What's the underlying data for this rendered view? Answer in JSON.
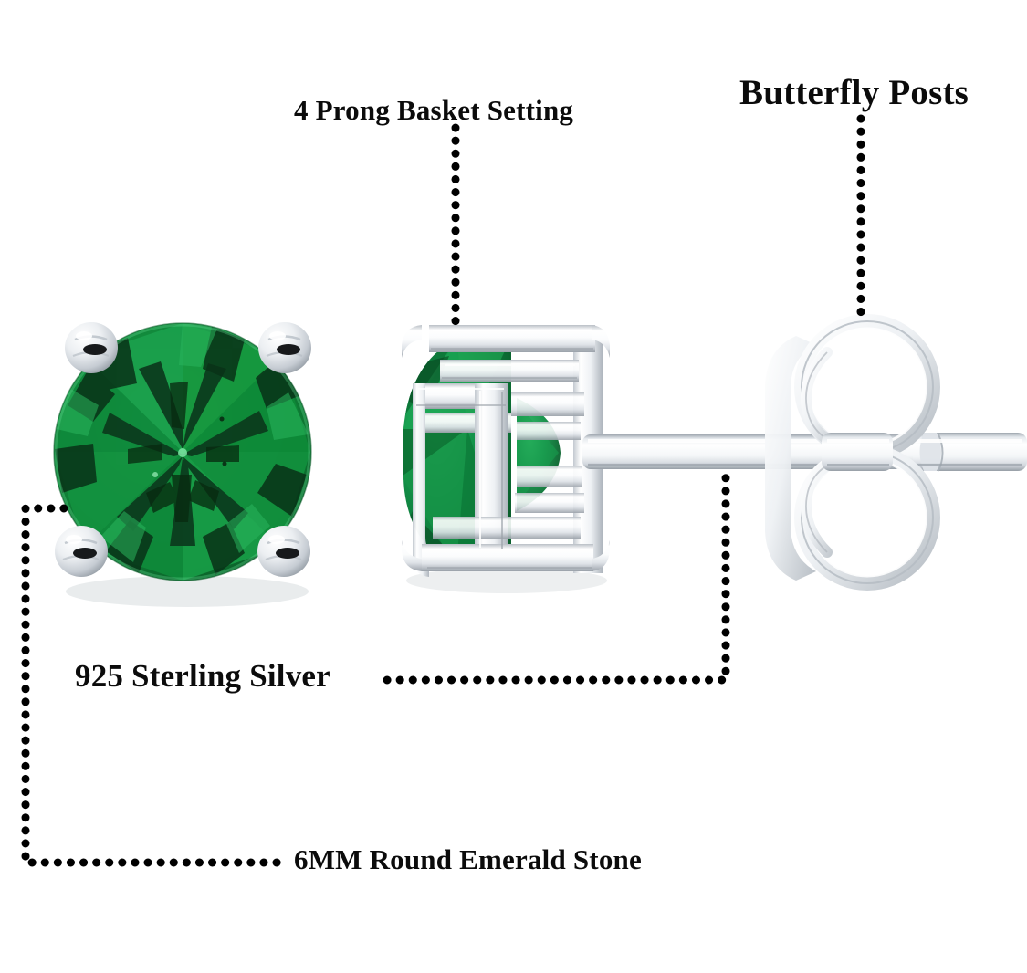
{
  "diagram": {
    "title": "Sterling silver round emerald stud earring feature callout diagram",
    "background_color": "#ffffff",
    "callouts": [
      {
        "id": "prong-setting",
        "label": "4 Prong Basket Setting",
        "leader": "vertical-dotted-down",
        "points_to": "basket-setting-side-view"
      },
      {
        "id": "butterfly-posts",
        "label": "Butterfly Posts",
        "leader": "vertical-dotted-down",
        "points_to": "butterfly-back"
      },
      {
        "id": "sterling-silver",
        "label": "925 Sterling Silver",
        "leader": "horizontal-then-up-dotted",
        "points_to": "earring-post"
      },
      {
        "id": "emerald-stone",
        "label": "6MM Round Emerald Stone",
        "leader": "left-then-down-then-right-dotted",
        "points_to": "round-gemstone-front-view"
      }
    ],
    "parts": [
      {
        "id": "round-gemstone-front-view",
        "name": "Round brilliant-cut emerald gemstone, front view",
        "stone_color": "#14913f",
        "stone_dark_facet_color": "#0c3a1d",
        "stone_shadow_color": "#083318",
        "metal_color": "#e9ecef",
        "prong_count": 4
      },
      {
        "id": "basket-setting-side-view",
        "name": "Four prong basket setting with gemstone, side view",
        "stone_color": "#15924a",
        "metal_color": "#f0f2f4"
      },
      {
        "id": "earring-post",
        "name": "Sterling silver earring post",
        "metal_color": "#f2f4f6"
      },
      {
        "id": "butterfly-back",
        "name": "Butterfly earring back with two spiral loops",
        "metal_color": "#f2f4f6"
      }
    ],
    "colors": {
      "text": "#0b0b0b",
      "dot_leader": "#000000",
      "emerald": "#14913f",
      "silver": "#e9ecef"
    }
  }
}
